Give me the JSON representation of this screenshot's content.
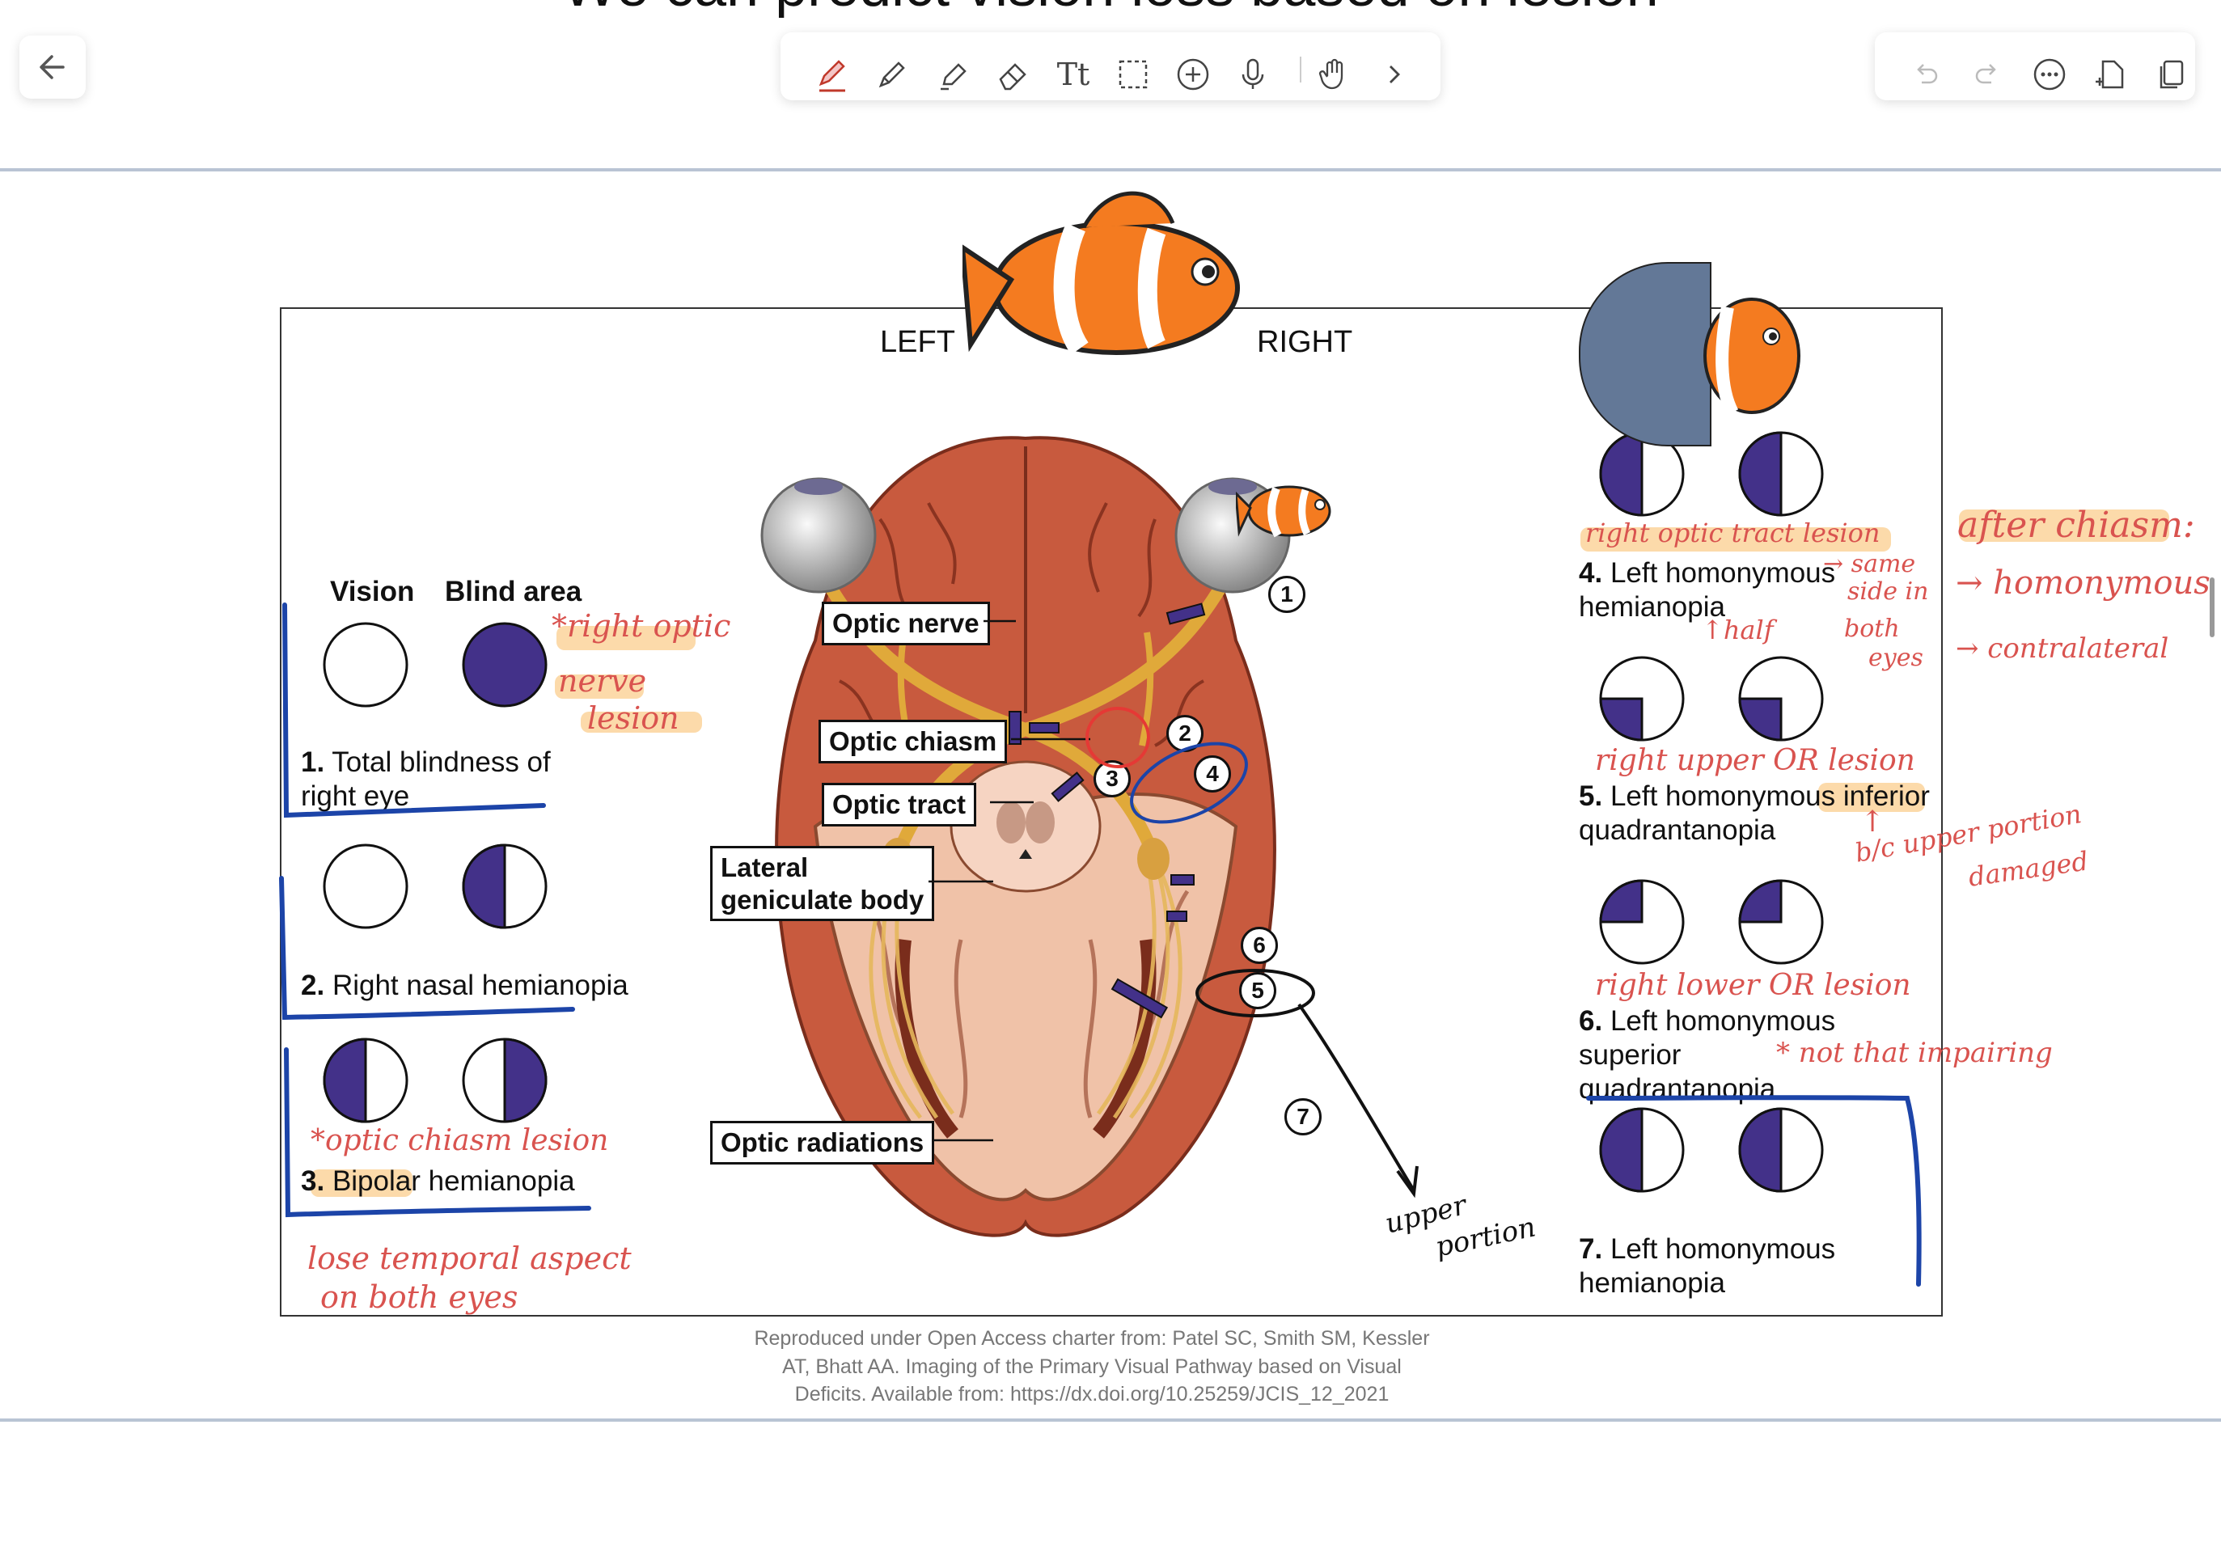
{
  "slide_title": "We can predict vision loss based on lesion",
  "toolbar": {
    "tools": [
      {
        "name": "pen-tool",
        "icon": "pen-icon"
      },
      {
        "name": "pencil-tool",
        "icon": "pencil-icon"
      },
      {
        "name": "highlighter-tool",
        "icon": "highlighter-icon"
      },
      {
        "name": "eraser-tool",
        "icon": "eraser-icon"
      },
      {
        "name": "text-tool",
        "icon": "text-icon",
        "label": "Tt"
      },
      {
        "name": "lasso-tool",
        "icon": "lasso-icon"
      },
      {
        "name": "add-tool",
        "icon": "plus-icon"
      },
      {
        "name": "mic-tool",
        "icon": "microphone-icon"
      },
      {
        "name": "touch-tool",
        "icon": "hand-icon"
      },
      {
        "name": "more-tools",
        "icon": "chevron-right-icon"
      }
    ],
    "right_actions": [
      "undo-icon",
      "redo-icon",
      "more-icon",
      "add-page-icon",
      "pages-icon"
    ]
  },
  "figure": {
    "side_left": "LEFT",
    "side_right": "RIGHT",
    "header_vision": "Vision",
    "header_blind": "Blind area",
    "anatomy": {
      "optic_nerve": "Optic nerve",
      "optic_chiasm": "Optic chiasm",
      "optic_tract": "Optic tract",
      "lgb_line1": "Lateral",
      "lgb_line2": "geniculate body",
      "optic_radiations": "Optic radiations"
    },
    "lesion_numbers": [
      "1",
      "2",
      "3",
      "4",
      "5",
      "6",
      "7"
    ],
    "deficits": [
      {
        "num": "1.",
        "line1": "Total blindness of",
        "line2": "right eye"
      },
      {
        "num": "2.",
        "line1": "Right nasal hemianopia"
      },
      {
        "num": "3.",
        "line1a": "Bipolar",
        "line1b": " hemianopia"
      },
      {
        "num": "4.",
        "line1": "Left homonymous",
        "line2": "hemianopia"
      },
      {
        "num": "5.",
        "line1a": "Left homonymous ",
        "line1b": "inferior",
        "line2": "quadrantanopia"
      },
      {
        "num": "6.",
        "line1": "Left homonymous superior",
        "line2": "quadrantanopia"
      },
      {
        "num": "7.",
        "line1": "Left homonymous",
        "line2": "hemianopia"
      }
    ],
    "colors": {
      "field": "#433189",
      "annotation": "#d9534f",
      "highlight": "#fbd49b",
      "bracket": "#1c44a8"
    }
  },
  "annotations": {
    "a1": "*right optic",
    "a2": "nerve",
    "a3": "lesion",
    "a4": "*optic chiasm lesion",
    "a5": "lose temporal aspect",
    "a6": "on both eyes",
    "a7": "right optic tract lesion",
    "a8": "→ same",
    "a9": "side in",
    "a10": "both",
    "a11": "eyes",
    "a12": "↑half",
    "a13": "after chiasm:",
    "a14": "→ homonymous",
    "a15": "→ contralateral",
    "a16": "right upper OR lesion",
    "a17": "↑",
    "a18": "b/c upper portion",
    "a19": "damaged",
    "a20": "right lower OR lesion",
    "a21": "* not that impairing",
    "a22": "upper",
    "a23": "portion"
  },
  "credit": {
    "line1": "Reproduced under Open Access charter from: Patel SC, Smith SM, Kessler",
    "line2": "AT, Bhatt AA. Imaging of the Primary Visual Pathway based on Visual",
    "line3": "Deficits. Available from: https://dx.doi.org/10.25259/JCIS_12_2021"
  }
}
